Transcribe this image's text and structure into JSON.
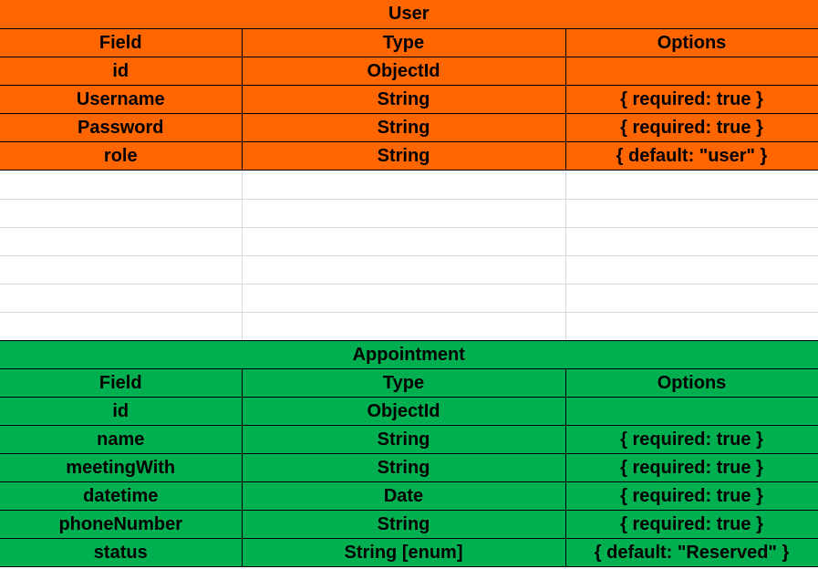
{
  "user": {
    "title": "User",
    "columns": [
      "Field",
      "Type",
      "Options"
    ],
    "rows": [
      [
        "id",
        "ObjectId",
        ""
      ],
      [
        "Username",
        "String",
        "{ required: true }"
      ],
      [
        "Password",
        "String",
        "{ required: true }"
      ],
      [
        "role",
        "String",
        "{ default: \"user\" }"
      ]
    ]
  },
  "appointment": {
    "title": "Appointment",
    "columns": [
      "Field",
      "Type",
      "Options"
    ],
    "rows": [
      [
        "id",
        "ObjectId",
        ""
      ],
      [
        "name",
        "String",
        "{ required: true }"
      ],
      [
        "meetingWith",
        "String",
        "{ required: true }"
      ],
      [
        "datetime",
        "Date",
        "{ required: true }"
      ],
      [
        "phoneNumber",
        "String",
        "{ required: true }"
      ],
      [
        "status",
        "String [enum]",
        "{ default: \"Reserved\" }"
      ]
    ]
  },
  "colors": {
    "user_header": "#ff6600",
    "appointment_header": "#00b050"
  }
}
